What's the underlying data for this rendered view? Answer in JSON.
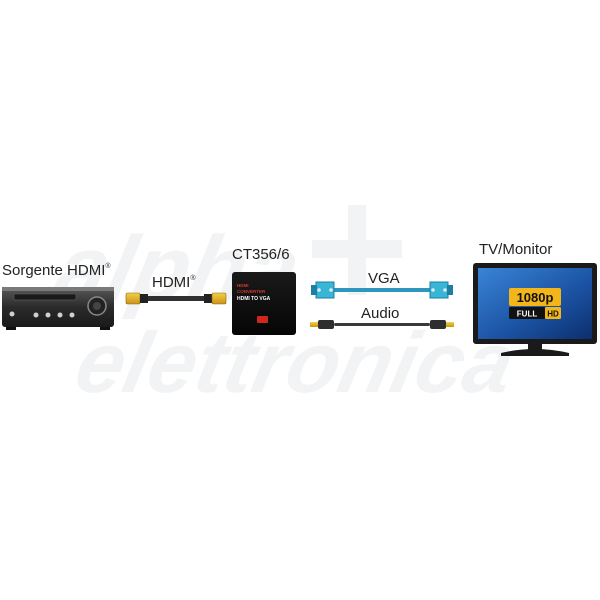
{
  "labels": {
    "source": "Sorgente HDMI",
    "source_mark": "®",
    "hdmi_cable": "HDMI",
    "hdmi_mark": "®",
    "converter_model": "CT356/6",
    "vga": "VGA",
    "audio": "Audio",
    "display": "TV/Monitor"
  },
  "converter_box": {
    "line1": "HDMI",
    "line2": "CONVERTER",
    "line3": "HDMI TO VGA"
  },
  "screen_badge": {
    "resolution": "1080p",
    "full": "FULL",
    "hd": "HD"
  },
  "watermark": {
    "line1": "alpha",
    "line2": "elettronica"
  },
  "colors": {
    "cable_cyan": "#39b5d5",
    "badge_yellow": "#f3b61a",
    "device_dark": "#2a2a2a",
    "screen_blue": "#1e5aa8"
  }
}
